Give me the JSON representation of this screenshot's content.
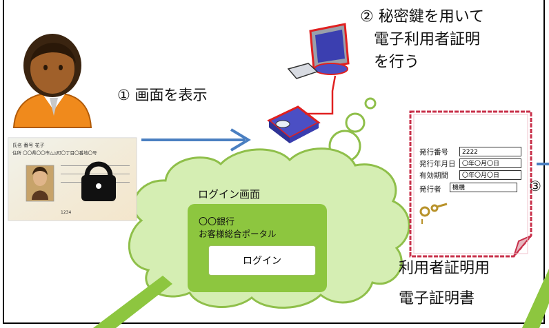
{
  "steps": {
    "step1": "① 画面を表示",
    "step2_line1": "② 秘密鍵を用いて",
    "step2_line2": "電子利用者証明",
    "step2_line3": "を行う",
    "step3": "③"
  },
  "login_screen": {
    "title": "ログイン画面",
    "bank": "〇〇銀行",
    "portal": "お客様総合ポータル",
    "button": "ログイン"
  },
  "certificate": {
    "labels": [
      "発行番号",
      "発行年月日",
      "有効期間",
      "発行者"
    ],
    "values": [
      "2222",
      "〇年〇月〇日",
      "〇年〇月〇日",
      "機構"
    ],
    "caption_line1": "利用者証明用",
    "caption_line2": "電子証明書"
  },
  "id_card": {
    "name_label": "氏名",
    "name_value": "番号 花子",
    "address_label": "住所",
    "address_value": "〇〇県〇〇市△△町〇丁目〇番地〇号",
    "number": "1234"
  },
  "colors": {
    "cloud_fill": "#d5eeb3",
    "cloud_stroke": "#8fbf4a",
    "login_panel": "#8dc63f",
    "arrow_blue": "#4a7fc1",
    "cert_border": "#c8304a",
    "device_red": "#e02020"
  }
}
